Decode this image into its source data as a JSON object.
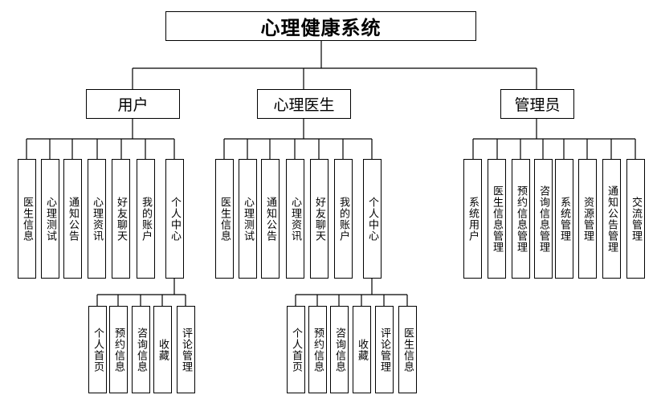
{
  "title": "心理健康系统",
  "user": {
    "label": "用户",
    "items": [
      "医生信息",
      "心理测试",
      "通知公告",
      "心理资讯",
      "好友聊天",
      "我的账户",
      "个人中心"
    ],
    "center_items": [
      "个人首页",
      "预约信息",
      "咨询信息",
      "收藏",
      "评论管理"
    ]
  },
  "doctor": {
    "label": "心理医生",
    "items": [
      "医生信息",
      "心理测试",
      "通知公告",
      "心理资讯",
      "好友聊天",
      "我的账户",
      "个人中心"
    ],
    "center_items": [
      "个人首页",
      "预约信息",
      "咨询信息",
      "收藏",
      "评论管理",
      "医生信息"
    ]
  },
  "admin": {
    "label": "管理员",
    "items": [
      "系统用户",
      "医生信息管理",
      "预约信息管理",
      "咨询信息管理",
      "系统管理",
      "资源管理",
      "通知公告管理",
      "交流管理"
    ]
  }
}
